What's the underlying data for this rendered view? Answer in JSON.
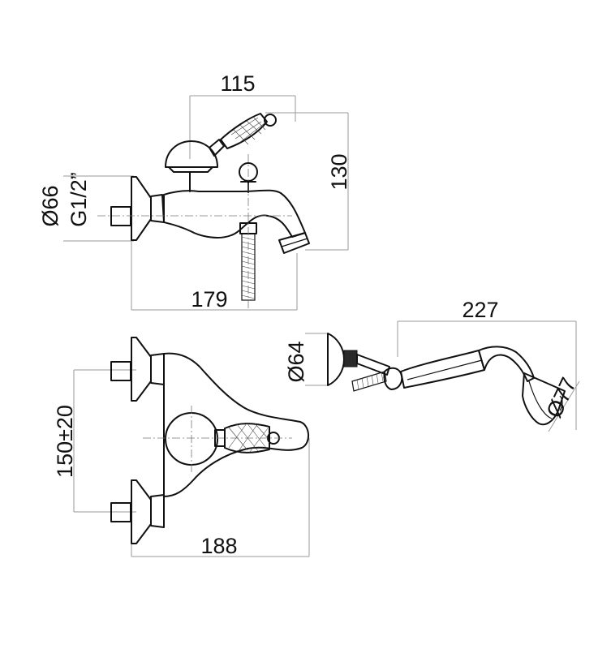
{
  "dimensions": {
    "width_top": "115",
    "height_top": "130",
    "flange_diameter": "Ø66",
    "thread": "G1/2”",
    "projection": "179",
    "centers": "150±20",
    "body_width": "188",
    "hose_length": "227",
    "holder_diameter": "Ø64",
    "head_diameter": "Ø77"
  }
}
